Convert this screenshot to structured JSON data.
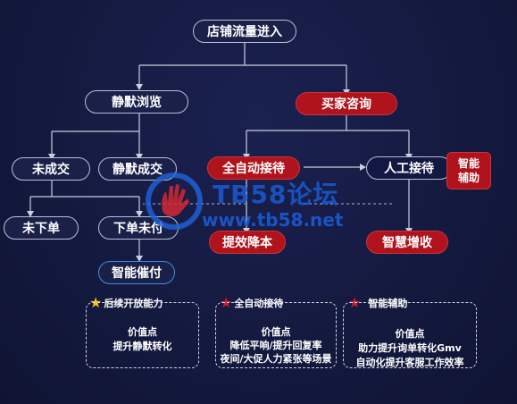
{
  "nodes": {
    "traffic_entry": "店铺流量进入",
    "silent_browse": "静默浏览",
    "buyer_consult": "买家咨询",
    "not_deal": "未成交",
    "silent_deal": "静默成交",
    "auto_reception": "全自动接待",
    "manual_reception": "人工接待",
    "smart_assist": "智能\n辅助",
    "not_order": "未下单",
    "order_unpaid": "下单未付",
    "efficiency_cost": "提效降本",
    "smart_revenue": "智慧增收",
    "smart_payment": "智能催付"
  },
  "panels": [
    {
      "star_color": "#f5c518",
      "heading": "后续开放能力",
      "value_title": "价值点",
      "lines": [
        "提升静默转化"
      ]
    },
    {
      "star_color": "#d0202a",
      "heading": "全自动接待",
      "value_title": "价值点",
      "lines": [
        "降低平响/提升回复率",
        "夜间/大促人力紧张等场景"
      ]
    },
    {
      "star_color": "#d0202a",
      "heading": "智能辅助",
      "value_title": "价值点",
      "lines": [
        "助力提升询单转化Gmv",
        "自动化提升客服工作效率"
      ]
    }
  ],
  "watermark": {
    "title": "TB58论坛",
    "url": "www.tb58.net"
  }
}
